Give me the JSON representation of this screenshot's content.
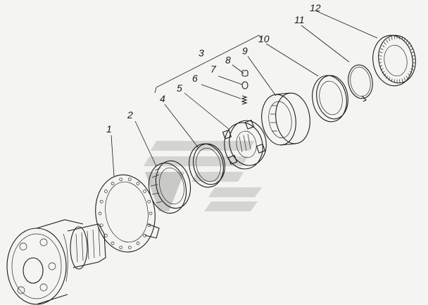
{
  "diagram": {
    "callouts": [
      {
        "id": "1",
        "label": "1"
      },
      {
        "id": "2",
        "label": "2"
      },
      {
        "id": "3",
        "label": "3"
      },
      {
        "id": "4",
        "label": "4"
      },
      {
        "id": "5",
        "label": "5"
      },
      {
        "id": "6",
        "label": "6"
      },
      {
        "id": "7",
        "label": "7"
      },
      {
        "id": "8",
        "label": "8"
      },
      {
        "id": "9",
        "label": "9"
      },
      {
        "id": "10",
        "label": "10"
      },
      {
        "id": "11",
        "label": "11"
      },
      {
        "id": "12",
        "label": "12"
      }
    ]
  },
  "colors": {
    "background": "#f4f4f2",
    "line": "#1c1c1c",
    "watermark": "#b9b9b9"
  }
}
